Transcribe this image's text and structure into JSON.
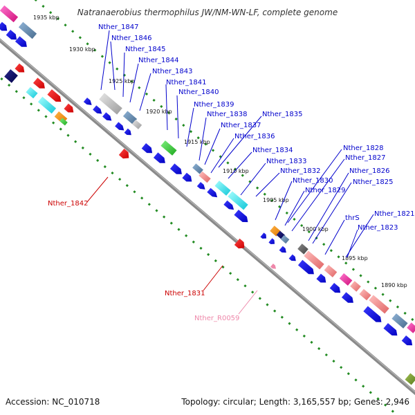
{
  "title": "Natranaerobius thermophilus JW/NM-WN-LF, complete genome",
  "footer": {
    "accession": "Accession: NC_010718",
    "summary": "Topology: circular; Length: 3,165,557 bp; Genes: 2,946"
  },
  "colors": {
    "backbone": "#8a8a8a",
    "tick_dots": "#228b22",
    "cds_forward": "#0000e0",
    "label_plus": "#0000cc",
    "label_minus": "#cc0000",
    "label_rna": "#ee88aa"
  },
  "scale_ticks": [
    "1935 kbp",
    "1930 kbp",
    "1925 kbp",
    "1920 kbp",
    "1915 kbp",
    "1910 kbp",
    "1905 kbp",
    "1900 kbp",
    "1895 kbp",
    "1890 kbp"
  ],
  "gene_labels_plus": [
    "Nther_1847",
    "Nther_1846",
    "Nther_1845",
    "Nther_1844",
    "Nther_1843",
    "Nther_1841",
    "Nther_1840",
    "Nther_1839",
    "Nther_1838",
    "Nther_1837",
    "Nther_1836",
    "Nther_1835",
    "Nther_1834",
    "Nther_1833",
    "Nther_1832",
    "Nther_1830",
    "Nther_1829",
    "Nther_1828",
    "Nther_1827",
    "Nther_1826",
    "Nther_1825",
    "thrS",
    "Nther_1823",
    "Nther_1821"
  ],
  "gene_labels_minus": [
    "Nther_1842",
    "Nther_1831"
  ],
  "gene_labels_rna": [
    "Nther_R0059"
  ]
}
